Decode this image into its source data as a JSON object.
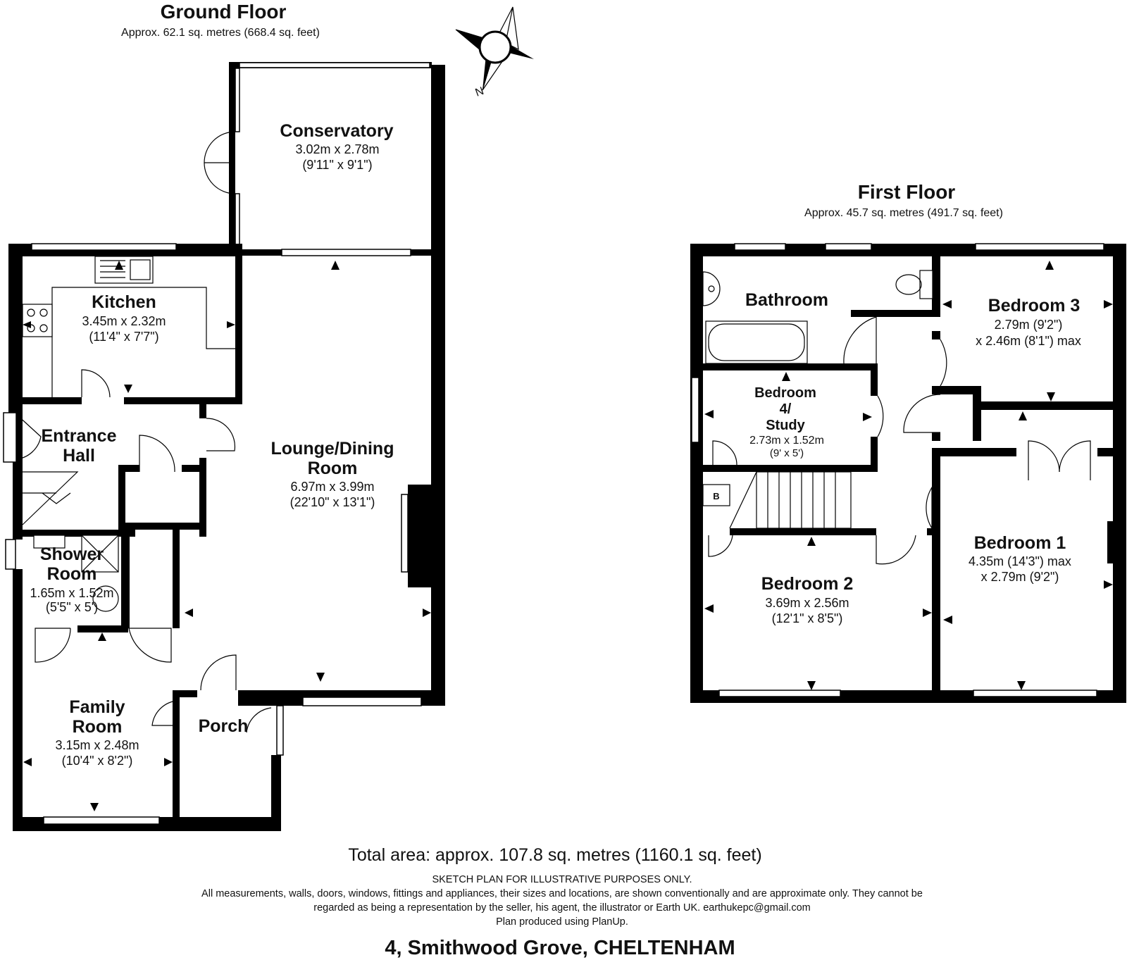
{
  "ground_floor": {
    "title": "Ground Floor",
    "area": "Approx. 62.1 sq. metres (668.4 sq. feet)",
    "rooms": {
      "conservatory": {
        "name": "Conservatory",
        "size_m": "3.02m x 2.78m",
        "size_ft": "(9'11\" x 9'1\")"
      },
      "kitchen": {
        "name": "Kitchen",
        "size_m": "3.45m x 2.32m",
        "size_ft": "(11'4\" x 7'7\")"
      },
      "entrance_hall": {
        "name_line1": "Entrance",
        "name_line2": "Hall"
      },
      "lounge_dining": {
        "name_line1": "Lounge/Dining",
        "name_line2": "Room",
        "size_m": "6.97m x 3.99m",
        "size_ft": "(22'10\" x 13'1\")"
      },
      "shower_room": {
        "name_line1": "Shower",
        "name_line2": "Room",
        "size_m": "1.65m x 1.52m",
        "size_ft": "(5'5\" x 5')"
      },
      "family_room": {
        "name_line1": "Family",
        "name_line2": "Room",
        "size_m": "3.15m x 2.48m",
        "size_ft": "(10'4\" x 8'2\")"
      },
      "porch": {
        "name": "Porch"
      }
    }
  },
  "first_floor": {
    "title": "First Floor",
    "area": "Approx. 45.7 sq. metres (491.7 sq. feet)",
    "rooms": {
      "bathroom": {
        "name": "Bathroom"
      },
      "bedroom3": {
        "name": "Bedroom 3",
        "size_line1": "2.79m (9'2\")",
        "size_line2": "x 2.46m (8'1\") max"
      },
      "bedroom4": {
        "name_line1": "Bedroom",
        "name_line2": "4/",
        "name_line3": "Study",
        "size_m": "2.73m x 1.52m",
        "size_ft": "(9' x 5')"
      },
      "bedroom2": {
        "name": "Bedroom 2",
        "size_m": "3.69m x 2.56m",
        "size_ft": "(12'1\" x 8'5\")"
      },
      "bedroom1": {
        "name": "Bedroom 1",
        "size_line1": "4.35m (14'3\") max",
        "size_line2": "x 2.79m (9'2\")"
      },
      "boiler_label": "B"
    }
  },
  "compass": {
    "north_label": "N",
    "icon": "compass-rose-icon"
  },
  "footer": {
    "total_area": "Total area: approx. 107.8 sq. metres (1160.1 sq. feet)",
    "disclaimer_line1": "SKETCH PLAN FOR ILLUSTRATIVE PURPOSES ONLY.",
    "disclaimer_line2": "All measurements, walls, doors, windows, fittings and appliances, their sizes and locations, are shown conventionally and are approximate only. They cannot be",
    "disclaimer_line3": "regarded as being a representation by the seller, his agent, the illustrator or Earth UK. earthukepc@gmail.com",
    "disclaimer_line4": "Plan produced using PlanUp.",
    "address": "4, Smithwood Grove, CHELTENHAM"
  },
  "colors": {
    "wall": "#000000",
    "background": "#ffffff",
    "text": "#111111"
  }
}
